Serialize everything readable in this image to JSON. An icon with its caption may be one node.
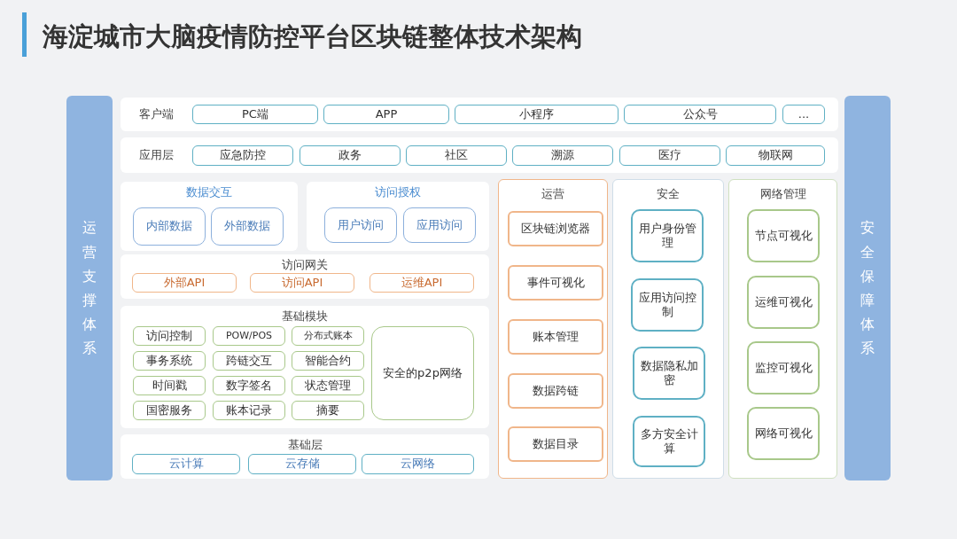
{
  "diagram": {
    "title": "海淀城市大脑疫情防控平台区块链整体技术架构",
    "nodes": [
      {
        "text": [
          "运营支撑体系"
        ]
      },
      {
        "text": [
          "客户端"
        ]
      },
      {
        "text": [
          "PC端"
        ],
        "in": 1
      },
      {
        "text": [
          "APP"
        ],
        "in": 1
      },
      {
        "text": [
          "小程序"
        ],
        "in": 1
      },
      {
        "text": [
          "公众号"
        ],
        "in": 1
      },
      {
        "text": [
          "..."
        ],
        "in": 1
      },
      {
        "text": [
          "应用层"
        ]
      },
      {
        "text": [
          "应急防控"
        ],
        "in": 7
      },
      {
        "text": [
          "政务"
        ],
        "in": 7
      },
      {
        "text": [
          "社区"
        ],
        "in": 7
      },
      {
        "text": [
          "溯源"
        ],
        "in": 7
      },
      {
        "text": [
          "医疗"
        ],
        "in": 7
      },
      {
        "text": [
          "物联网"
        ],
        "in": 7
      },
      {
        "text": [
          "数据交互"
        ]
      },
      {
        "text": [
          "内部数据"
        ],
        "in": 14
      },
      {
        "text": [
          "外部数据"
        ],
        "in": 14
      },
      {
        "text": [
          "访问授权"
        ]
      },
      {
        "text": [
          "用户访问"
        ],
        "in": 17
      },
      {
        "text": [
          "应用访问"
        ],
        "in": 17
      },
      {
        "text": [
          "运营"
        ]
      },
      {
        "text": [
          "区块链浏览器"
        ],
        "in": 20
      },
      {
        "text": [
          "事件可视化"
        ],
        "in": 20
      },
      {
        "text": [
          "账本管理"
        ],
        "in": 20
      },
      {
        "text": [
          "数据跨链"
        ],
        "in": 20
      },
      {
        "text": [
          "数据目录"
        ],
        "in": 20
      },
      {
        "text": [
          "安全"
        ]
      },
      {
        "text": [
          "用户身份管理"
        ],
        "in": 26
      },
      {
        "text": [
          "应用访问控制"
        ],
        "in": 26
      },
      {
        "text": [
          "数据隐私加密"
        ],
        "in": 26
      },
      {
        "text": [
          "多方安全计算"
        ],
        "in": 26
      },
      {
        "text": [
          "网络管理"
        ]
      },
      {
        "text": [
          "节点可视化"
        ],
        "in": 31
      },
      {
        "text": [
          "运维可视化"
        ],
        "in": 31
      },
      {
        "text": [
          "监控可视化"
        ],
        "in": 31
      },
      {
        "text": [
          "网络可视化"
        ],
        "in": 31
      },
      {
        "text": [
          "访问网关"
        ]
      },
      {
        "text": [
          "外部API"
        ],
        "in": 36
      },
      {
        "text": [
          "访问API"
        ],
        "in": 36
      },
      {
        "text": [
          "运维API"
        ],
        "in": 36
      },
      {
        "text": [
          "基础模块"
        ]
      },
      {
        "text": [
          "访问控制"
        ],
        "in": 40
      },
      {
        "text": [
          "POW/POS"
        ],
        "in": 40
      },
      {
        "text": [
          "分布式账本"
        ],
        "in": 40
      },
      {
        "text": [
          "安全的p2p网络"
        ],
        "in": 40
      },
      {
        "text": [
          "事务系统"
        ],
        "in": 40
      },
      {
        "text": [
          "跨链交互"
        ],
        "in": 40
      },
      {
        "text": [
          "智能合约"
        ],
        "in": 40
      },
      {
        "text": [
          "时间戳"
        ],
        "in": 40
      },
      {
        "text": [
          "数字签名"
        ],
        "in": 40
      },
      {
        "text": [
          "状态管理"
        ],
        "in": 40
      },
      {
        "text": [
          "国密服务"
        ],
        "in": 40
      },
      {
        "text": [
          "账本记录"
        ],
        "in": 40
      },
      {
        "text": [
          "摘要"
        ],
        "in": 40
      },
      {
        "text": [
          "基础层"
        ]
      },
      {
        "text": [
          "云计算"
        ],
        "in": 54
      },
      {
        "text": [
          "云存储"
        ],
        "in": 54
      },
      {
        "text": [
          "云网络"
        ],
        "in": 54
      },
      {
        "text": [
          "安全保障体系"
        ]
      }
    ],
    "edges": []
  }
}
